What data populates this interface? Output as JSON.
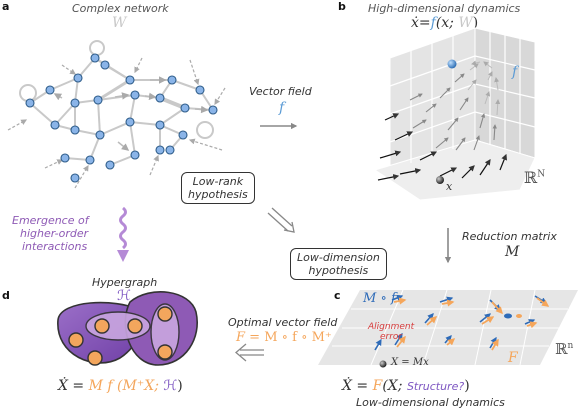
{
  "panels": {
    "a": "a",
    "b": "b",
    "c": "c",
    "d": "d"
  },
  "panel_a": {
    "title": "Complex network",
    "symbol": "W"
  },
  "panel_b": {
    "title": "High-dimensional dynamics",
    "eq_lhs": "ẋ",
    "eq_eq": "=",
    "eq_f": "f",
    "eq_open": "(x; ",
    "eq_w": "W",
    "eq_close": ")",
    "f_label": "f",
    "x_label": "x",
    "space": "ℝ",
    "space_sup": "N"
  },
  "vector_field": {
    "label": "Vector field",
    "symbol": "f"
  },
  "low_rank": {
    "line1": "Low-rank",
    "line2": "hypothesis"
  },
  "low_dim_hyp": {
    "line1": "Low-dimension",
    "line2": "hypothesis"
  },
  "reduction": {
    "label": "Reduction matrix",
    "symbol": "M"
  },
  "emergence": {
    "line1": "Emergence of",
    "line2": "higher-order",
    "line3": "interactions"
  },
  "panel_d": {
    "title": "Hypergraph",
    "symbol": "ℋ",
    "eq_lhs": "Ẋ = ",
    "eq_M": "M",
    "eq_f": " f ",
    "eq_arg": "(M⁺X; ",
    "eq_H": "ℋ",
    "eq_close": ")"
  },
  "optimal": {
    "label": "Optimal vector field",
    "eq_F": "F",
    "eq_rest": " = M ∘ f ∘ M⁺"
  },
  "panel_c": {
    "mf": "M ∘ f",
    "alignment1": "Alignment",
    "alignment2": "error",
    "F_label": "F",
    "X_eq": "X = Mx",
    "space": "ℝ",
    "space_sup": "n",
    "eq_lhs": "Ẋ = ",
    "eq_F": "F",
    "eq_open": "(X; ",
    "eq_struct": "Structure?",
    "eq_close": ")",
    "caption": "Low-dimensional dynamics"
  },
  "colors": {
    "node": "#8ab4e8",
    "node_edge": "#2f5d8a",
    "edge": "#c9c9c9",
    "blue": "#4a7fc1",
    "orange": "#f5a65b",
    "purple_dark": "#8e5ab5",
    "purple_light": "#c9a6e0",
    "node_orange": "#f3a65d"
  }
}
